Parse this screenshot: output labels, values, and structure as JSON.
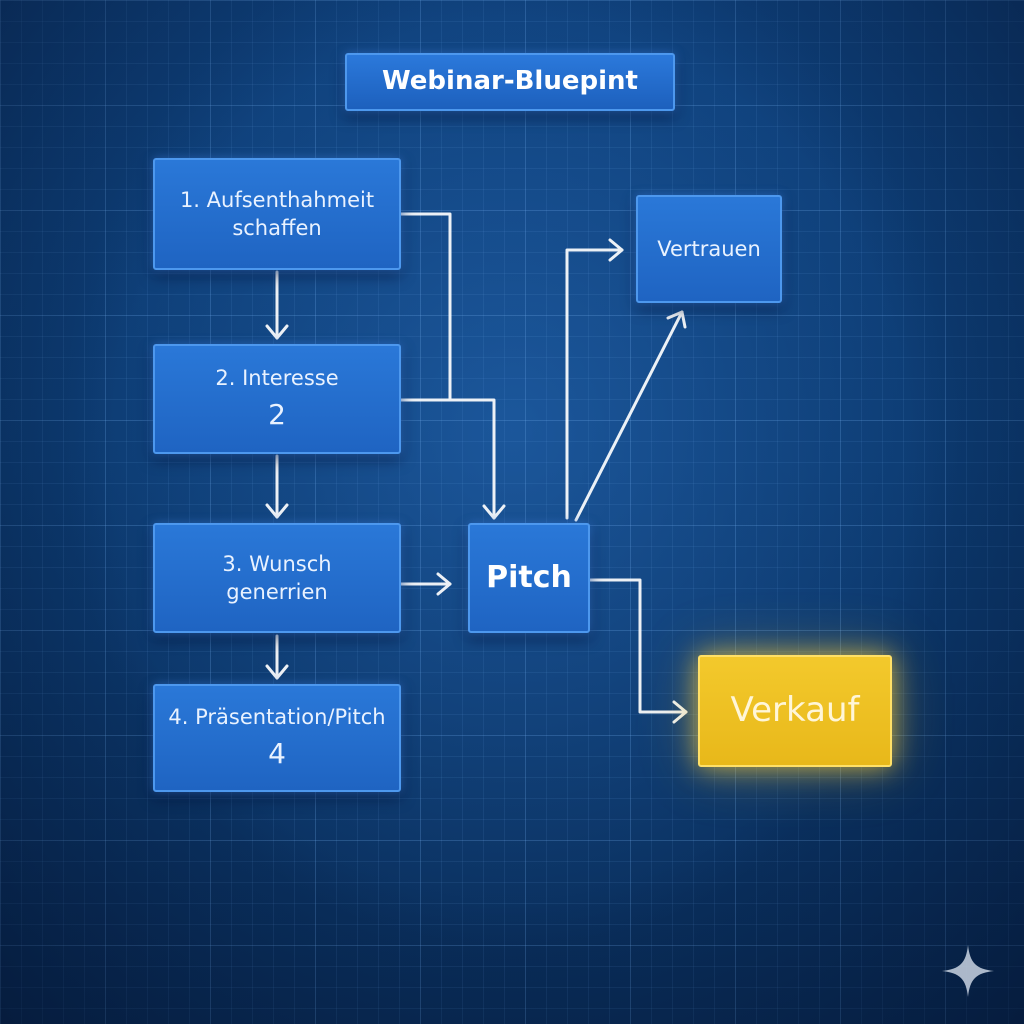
{
  "title": "Webinar-Bluepint",
  "steps": [
    {
      "label": "1. Aufsenthahmeit schaffen",
      "number": ""
    },
    {
      "label": "2. Interesse",
      "number": "2"
    },
    {
      "label": "3. Wunsch generrien",
      "number": ""
    },
    {
      "label": "4. Präsentation/Pitch",
      "number": "4"
    }
  ],
  "pitch": "Pitch",
  "trust": "Vertrauen",
  "sale": "Verkauf",
  "colors": {
    "background": "#0c3a70",
    "box_fill": "#1f64c2",
    "box_border": "#4d98ee",
    "highlight_fill": "#ecbd1f",
    "connector": "#ffffff"
  },
  "icons": [
    "sparkle-icon"
  ]
}
